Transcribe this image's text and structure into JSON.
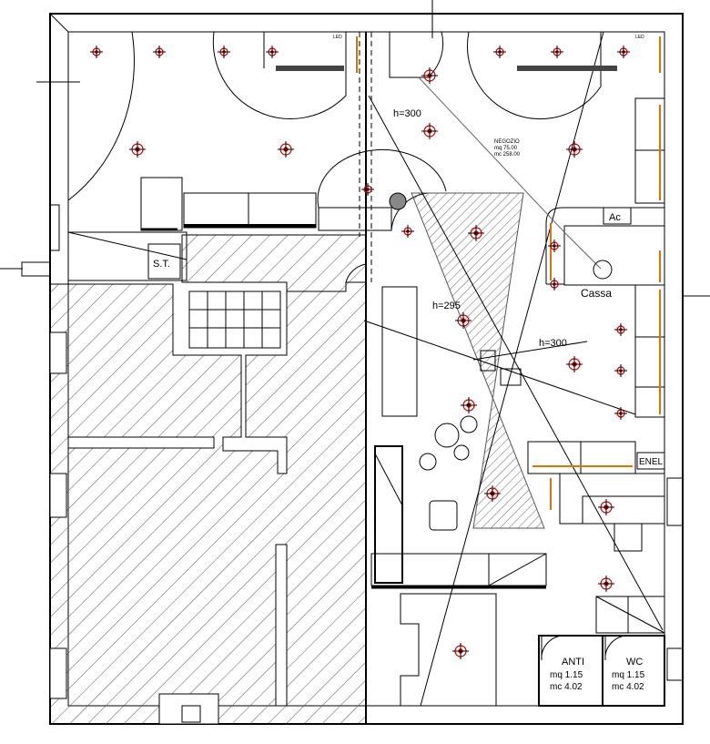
{
  "plan": {
    "labels": {
      "ceiling_height_1": "h=300",
      "ceiling_height_2": "h=295",
      "ceiling_height_3": "h=300",
      "negozio_title": "NEGOZIO",
      "negozio_mq": "mq  75.00",
      "negozio_mc": "mc  258.00",
      "cassa": "Cassa",
      "ac": "Ac",
      "enel": "ENEL",
      "st": "S.T.",
      "led_left": "LED",
      "led_right": "LED",
      "anti_title": "ANTI",
      "anti_mq": "mq  1.15",
      "anti_mc": "mc  4.02",
      "wc_title": "WC",
      "wc_mq": "mq  1.15",
      "wc_mc": "mc  4.02"
    },
    "colors": {
      "lines": "#000000",
      "light_fixture": "#cc0000",
      "led_strip": "#e07000",
      "hatch": "#555555"
    },
    "icons": [
      "ceiling-light-icon",
      "led-strip-icon",
      "door-swing-icon"
    ]
  }
}
